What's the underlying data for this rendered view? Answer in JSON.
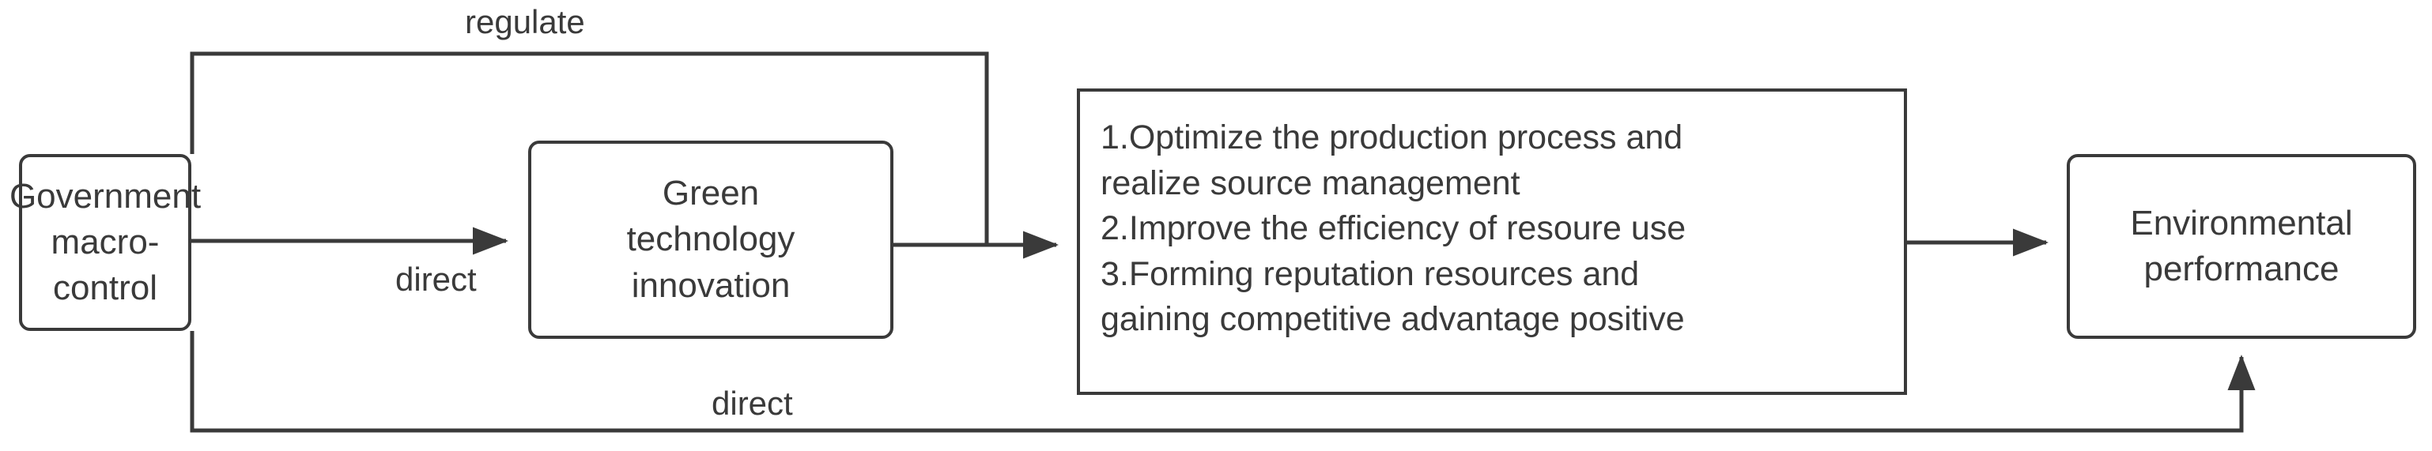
{
  "diagram": {
    "type": "flow-diagram",
    "background_color": "#ffffff",
    "line_color": "#3a3a3a",
    "text_color": "#3a3a3a",
    "nodes": [
      {
        "id": "government",
        "label": "Government\nmacro-control",
        "shape": "rounded-rectangle"
      },
      {
        "id": "green-tech",
        "label": "Green\ntechnology\ninnovation",
        "shape": "rounded-rectangle"
      },
      {
        "id": "mechanisms",
        "label": "1.Optimize the production process and\nrealize source management\n2.Improve the efficiency of resoure use\n3.Forming reputation resources and\ngaining competitive advantage positive",
        "shape": "rectangle"
      },
      {
        "id": "environmental",
        "label": "Environmental\nperformance",
        "shape": "rounded-rectangle"
      }
    ],
    "edges": [
      {
        "id": "gov-to-green",
        "from": "government",
        "to": "green-tech",
        "label": "direct",
        "arrow": true
      },
      {
        "id": "green-to-mechanisms",
        "from": "green-tech",
        "to": "mechanisms",
        "label": "",
        "arrow": true
      },
      {
        "id": "gov-regulate-mechanisms",
        "from": "government",
        "to": "mechanisms",
        "label": "regulate",
        "arrow": true
      },
      {
        "id": "mechanisms-to-environmental",
        "from": "mechanisms",
        "to": "environmental",
        "label": "",
        "arrow": true
      },
      {
        "id": "gov-direct-environmental",
        "from": "government",
        "to": "environmental",
        "label": "direct",
        "arrow": true
      }
    ]
  }
}
